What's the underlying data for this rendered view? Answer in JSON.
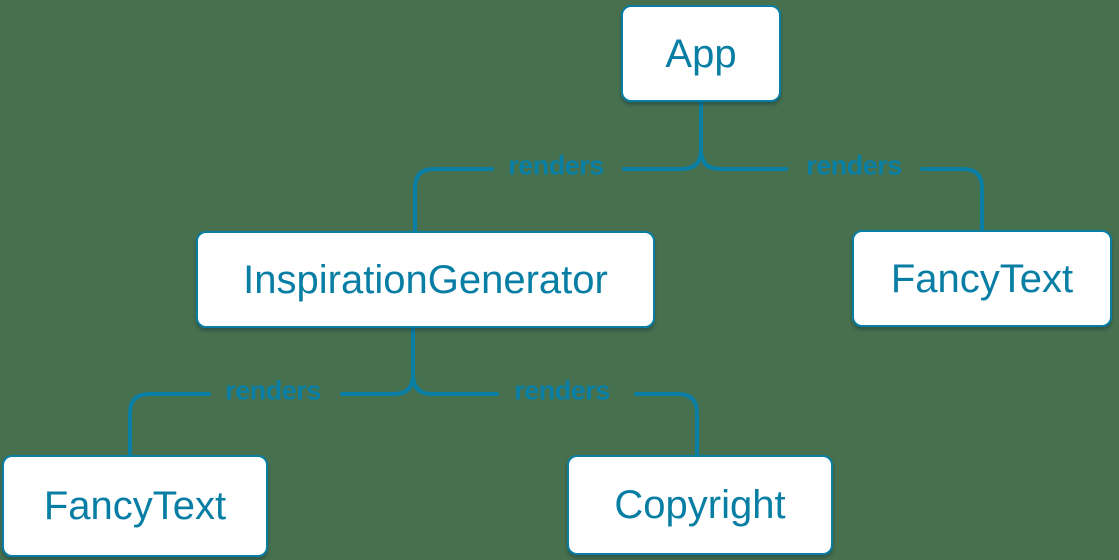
{
  "diagram": {
    "colors": {
      "background": "#47704E",
      "accent": "#087ea4",
      "node_fill": "#ffffff"
    },
    "nodes": [
      {
        "id": "app",
        "label": "App"
      },
      {
        "id": "inspiration-generator",
        "label": "InspirationGenerator"
      },
      {
        "id": "fancy-text-top",
        "label": "FancyText"
      },
      {
        "id": "fancy-text-bottom",
        "label": "FancyText"
      },
      {
        "id": "copyright",
        "label": "Copyright"
      }
    ],
    "edges": [
      {
        "from": "App",
        "to": "InspirationGenerator",
        "label": "renders"
      },
      {
        "from": "App",
        "to": "FancyText",
        "label": "renders"
      },
      {
        "from": "InspirationGenerator",
        "to": "FancyText",
        "label": "renders"
      },
      {
        "from": "InspirationGenerator",
        "to": "Copyright",
        "label": "renders"
      }
    ]
  }
}
